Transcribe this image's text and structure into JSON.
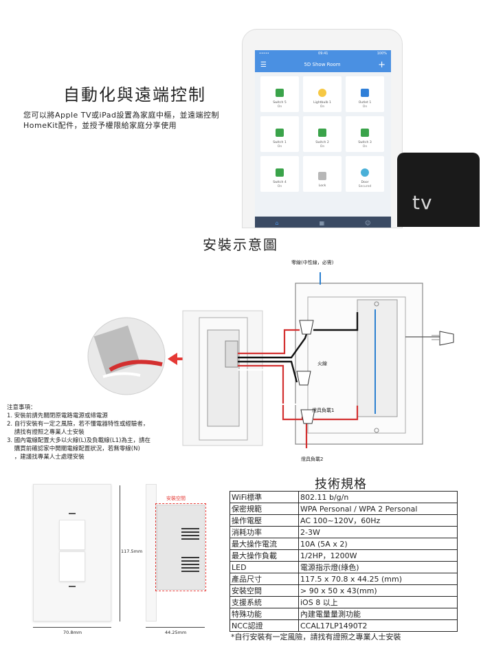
{
  "section1": {
    "title": "自動化與遠端控制",
    "desc_line1": "您可以將Apple TV或iPad設置為家庭中樞，並遠端控制",
    "desc_line2": "HomeKit配件，並授予權限給家庭分享使用",
    "ipad": {
      "status_left": "••••• ",
      "status_time": "09:41",
      "status_right": "100%",
      "nav_title": "5D Show Room",
      "nav_menu": "☰",
      "nav_plus": "+",
      "tiles": [
        {
          "name": "Switch 5",
          "state": "On",
          "icon": "switch-icon"
        },
        {
          "name": "Lightbulb 1",
          "state": "On",
          "icon": "bulb-icon"
        },
        {
          "name": "Outlet 1",
          "state": "On",
          "icon": "outlet-icon"
        },
        {
          "name": "Switch 1",
          "state": "On",
          "icon": "switch-icon"
        },
        {
          "name": "Switch 2",
          "state": "On",
          "icon": "switch-icon"
        },
        {
          "name": "Switch 3",
          "state": "On",
          "icon": "switch-icon"
        },
        {
          "name": "Switch 4",
          "state": "On",
          "icon": "switch-icon"
        },
        {
          "name": "Lock",
          "state": "",
          "icon": "lock-icon"
        },
        {
          "name": "Door",
          "state": "Secured",
          "icon": "door-icon"
        }
      ]
    },
    "appletv_logo": "tv"
  },
  "section2": {
    "title": "安裝示意圖",
    "labels": {
      "neutral": "零線(中性線，必需)",
      "live": "火線",
      "load1": "燈具負載1",
      "load2": "燈具負載2"
    },
    "notes": [
      "注意事項：",
      "1. 安裝前請先關閉原電路電源或總電源",
      "2. 自行安裝有一定之風險，若不懂電器特性或經驗者，",
      "    請找有證照之專業人士安裝",
      "3. 國內電線配置大多以火線(L)及負載線(L1)為主，請在",
      "    購買前確認家中開關電線配置狀況，若無零線(N)",
      "    ，建議找專業人士處理安裝"
    ],
    "colors": {
      "live": "#111111",
      "neutral": "#2a7fd0",
      "load": "#d32f2f",
      "arrow": "#e53935"
    }
  },
  "section3": {
    "title": "技術規格",
    "specs": [
      {
        "k": "WiFi標準",
        "v": "802.11 b/g/n"
      },
      {
        "k": "保密規範",
        "v": "WPA Personal / WPA 2 Personal"
      },
      {
        "k": "操作電壓",
        "v": "AC 100~120V，60Hz"
      },
      {
        "k": "消耗功率",
        "v": "2-3W"
      },
      {
        "k": "最大操作電流",
        "v": "10A (5A x 2)"
      },
      {
        "k": "最大操作負載",
        "v": "1/2HP，1200W"
      },
      {
        "k": "LED",
        "v": "電源指示燈(綠色)"
      },
      {
        "k": "產品尺寸",
        "v": "117.5 x 70.8 x 44.25 (mm)"
      },
      {
        "k": "安裝空間",
        "v": "> 90 x 50 x 43(mm)"
      },
      {
        "k": "支援系統",
        "v": "iOS 8 以上"
      },
      {
        "k": "特殊功能",
        "v": "內建電量量測功能"
      },
      {
        "k": "NCC認證",
        "v": "CCAL17LP1490T2"
      }
    ],
    "note": "*自行安裝有一定風險，請找有證照之專業人士安裝",
    "dim_height": "117.5mm",
    "dim_width": "70.8mm",
    "dim_depth": "44.25mm",
    "install_space_label": "安裝空間"
  }
}
